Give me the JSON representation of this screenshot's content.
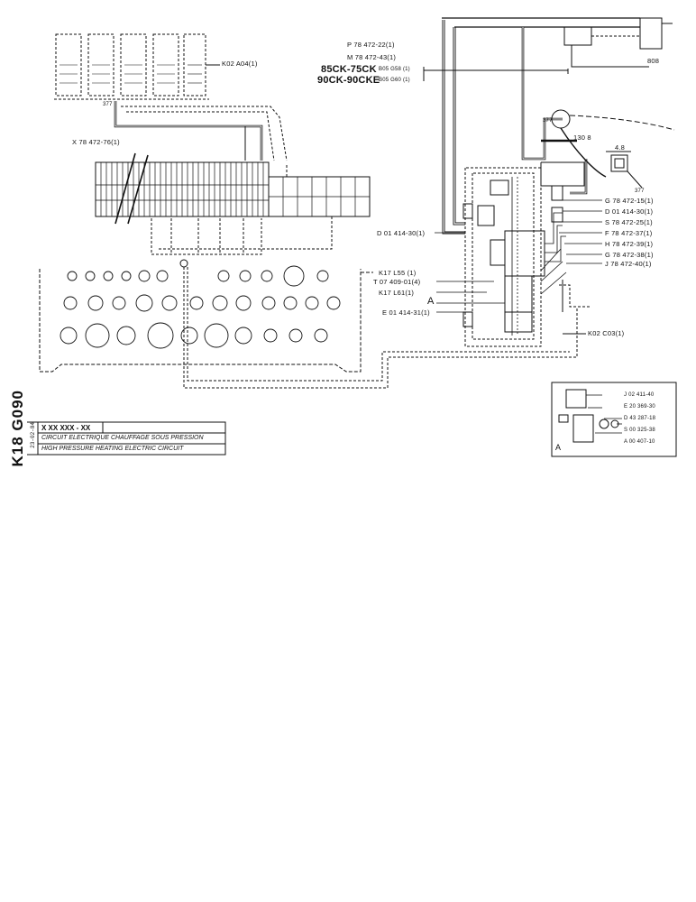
{
  "sheet": {
    "code": "K18 G090",
    "date": "23-02-84",
    "ref_box": "X XX XXX - XX",
    "title_fr": "CIRCUIT ELECTRIQUE CHAUFFAGE SOUS PRESSION",
    "title_en": "HIGH PRESSURE HEATING ELECTRIC CIRCUIT"
  },
  "models": {
    "m1": "85CK-75CK",
    "m1_ref": "B05 G58 (1)",
    "m2": "90CK-90CKE",
    "m2_ref": "B05 G60 (1)"
  },
  "labels": {
    "k02a04": "K02 A04(1)",
    "x78": "X 78 472-76(1)",
    "p78": "P 78 472-22(1)",
    "m78": "M 78 472-43(1)",
    "d01_30_left": "D 01 414-30(1)",
    "k17l55": "K17 L55 (1)",
    "t07": "T 07 409-01(4)",
    "k17l61": "K17 L61(1)",
    "a": "A",
    "e01": "E 01 414-31(1)",
    "g78_15": "G 78 472-15(1)",
    "d01_30_right": "D 01 414-30(1)",
    "s78_25": "S 78 472-25(1)",
    "f78_37": "F 78 472-37(1)",
    "h78_39": "H 78 472-39(1)",
    "g78_38": "G 78 472-38(1)",
    "j78_40": "J 78 472-40(1)",
    "k02c03": "K02 C03(1)",
    "r808": "808",
    "r1308": "130 8",
    "r48": "4.8",
    "w377a": "377",
    "w377b": "377",
    "w377c": "377"
  },
  "inset": {
    "letter": "A",
    "items": [
      "J 02 411-40",
      "E 20 369-30",
      "D 43 287-18",
      "S 00 325-38",
      "A 00 407-10"
    ]
  }
}
